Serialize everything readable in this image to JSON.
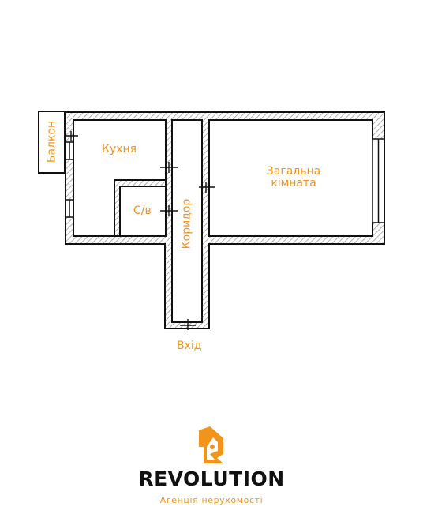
{
  "rooms": {
    "balcony": "Балкон",
    "kitchen": "Кухня",
    "living_line1": "Загальна",
    "living_line2": "кімната",
    "bathroom": "С/в",
    "corridor": "Коридор",
    "entrance": "Вхід"
  },
  "brand": {
    "name": "REVOLUTION",
    "tagline": "Агенція нерухомості",
    "accent_color": "#f0941c",
    "logo_icon": "r-logo-icon"
  }
}
